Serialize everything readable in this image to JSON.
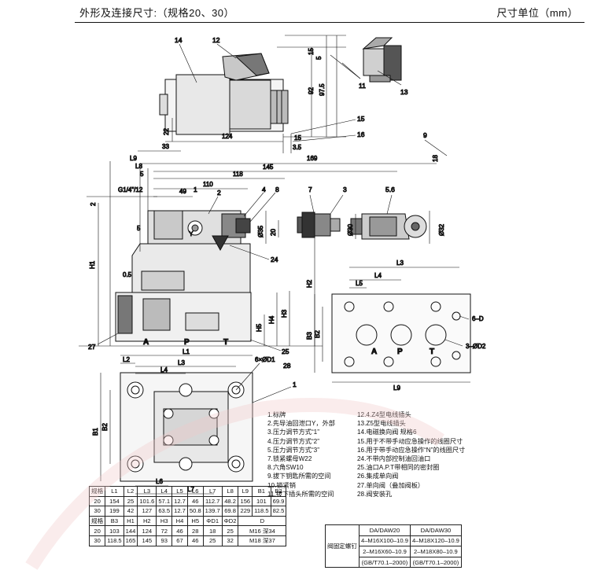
{
  "header": {
    "title": "外形及连接尺寸:（规格20、30）",
    "unit": "尺寸单位（mm）"
  },
  "top_view": {
    "callouts": [
      "14",
      "12",
      "11",
      "13",
      "15",
      "16",
      "9"
    ],
    "dims": {
      "d124": "124",
      "d33": "33",
      "d22": "22",
      "d35": "3.5",
      "d15": "15",
      "d5": "5",
      "d92": "92",
      "d975": "97.5",
      "d18": "18"
    }
  },
  "front_view": {
    "dims": {
      "L9": "L9",
      "L8": "L8",
      "d5": "5",
      "d145": "145",
      "d118": "118",
      "d169": "169",
      "d110": "110",
      "d49": "49",
      "port": "G1/4\"/12",
      "d2": "2",
      "d5b": "5",
      "d05": "0.5",
      "H1": "H1",
      "H2": "H2",
      "H3": "H3",
      "H4": "H4",
      "H5": "H5",
      "d20": "20",
      "d35dia": "Ø35",
      "d30dia": "Ø30",
      "d32dia": "Ø32"
    },
    "callouts": [
      "1",
      "2",
      "4",
      "8",
      "7",
      "3",
      "5.6",
      "24",
      "27",
      "25"
    ],
    "ports": [
      "A",
      "P",
      "T"
    ],
    "y_mark": "Y"
  },
  "plan_view": {
    "dims": {
      "L1": "L1",
      "L2": "L2",
      "L3": "L3",
      "L4": "L4",
      "L6": "L6",
      "L7": "L7",
      "B1": "B1",
      "B2": "B2",
      "hole": "6×ØD1"
    },
    "callouts": [
      "28",
      "1"
    ]
  },
  "face_view": {
    "dims": {
      "L3": "L3",
      "L4": "L4",
      "L5": "L5",
      "L9": "L9",
      "B3": "B3",
      "B2": "B2"
    },
    "labels": [
      "6–D",
      "3–ØD2"
    ],
    "ports": [
      "A",
      "P",
      "T"
    ]
  },
  "legend_left": [
    "1.标牌",
    "2.先导油回泄口Y，外部",
    "3.压力调节方式“1”",
    "4.压力调节方式“2”",
    "5.压力调节方式“3”",
    "7.锁紧螺母W22",
    "8.六角SW10",
    "9.拔下钥匙所需的空间",
    "10.锁紧销",
    "11.拔下插头所需的空间"
  ],
  "legend_right": [
    "12.4.Z4型电线插头",
    "13.Z5型电线插头",
    "14.电磁换向阀 规格6",
    "15.用于不带手动应急操作的线圈尺寸",
    "16.用于带手动应急操作“N”的线圈尺寸",
    "24.不带内部控制油回油口",
    "25.油口A.P.T带相同的密封圈",
    "26.集成单向阀",
    "27.单向阀（叠加阀板）",
    "28.阀安装孔"
  ],
  "dim_table": {
    "header1": [
      "规格",
      "L1",
      "L2",
      "L3",
      "L4",
      "L5",
      "L6",
      "L7",
      "L8",
      "L9",
      "B1",
      "B2"
    ],
    "rows1": [
      [
        "20",
        "154",
        "25",
        "101.6",
        "57.1",
        "12.7",
        "46",
        "112.7",
        "48.2",
        "156",
        "101",
        "69.9"
      ],
      [
        "30",
        "199",
        "42",
        "127",
        "63.5",
        "12.7",
        "50.8",
        "139.7",
        "69.8",
        "229",
        "118.5",
        "82.5"
      ]
    ],
    "header2": [
      "规格",
      "B3",
      "H1",
      "H2",
      "H3",
      "H4",
      "H5",
      "ΦD1",
      "ΦD2",
      "D"
    ],
    "rows2": [
      [
        "20",
        "103",
        "144",
        "124",
        "72",
        "46",
        "28",
        "18",
        "25",
        "M16 深34"
      ],
      [
        "30",
        "118.5",
        "165",
        "145",
        "93",
        "67",
        "46",
        "25",
        "32",
        "M18 深37"
      ]
    ]
  },
  "bolt_table": {
    "label": "阀固定螺钉",
    "cols": [
      "DA/DAW20",
      "DA/DAW30"
    ],
    "c20": [
      "4–M16X100–10.9",
      "2–M16X60–10.9",
      "(GB/T70.1–2000)"
    ],
    "c30": [
      "4–M18X120–10.9",
      "2–M18X80–10.9",
      "(GB/T70.1–2000)"
    ]
  }
}
